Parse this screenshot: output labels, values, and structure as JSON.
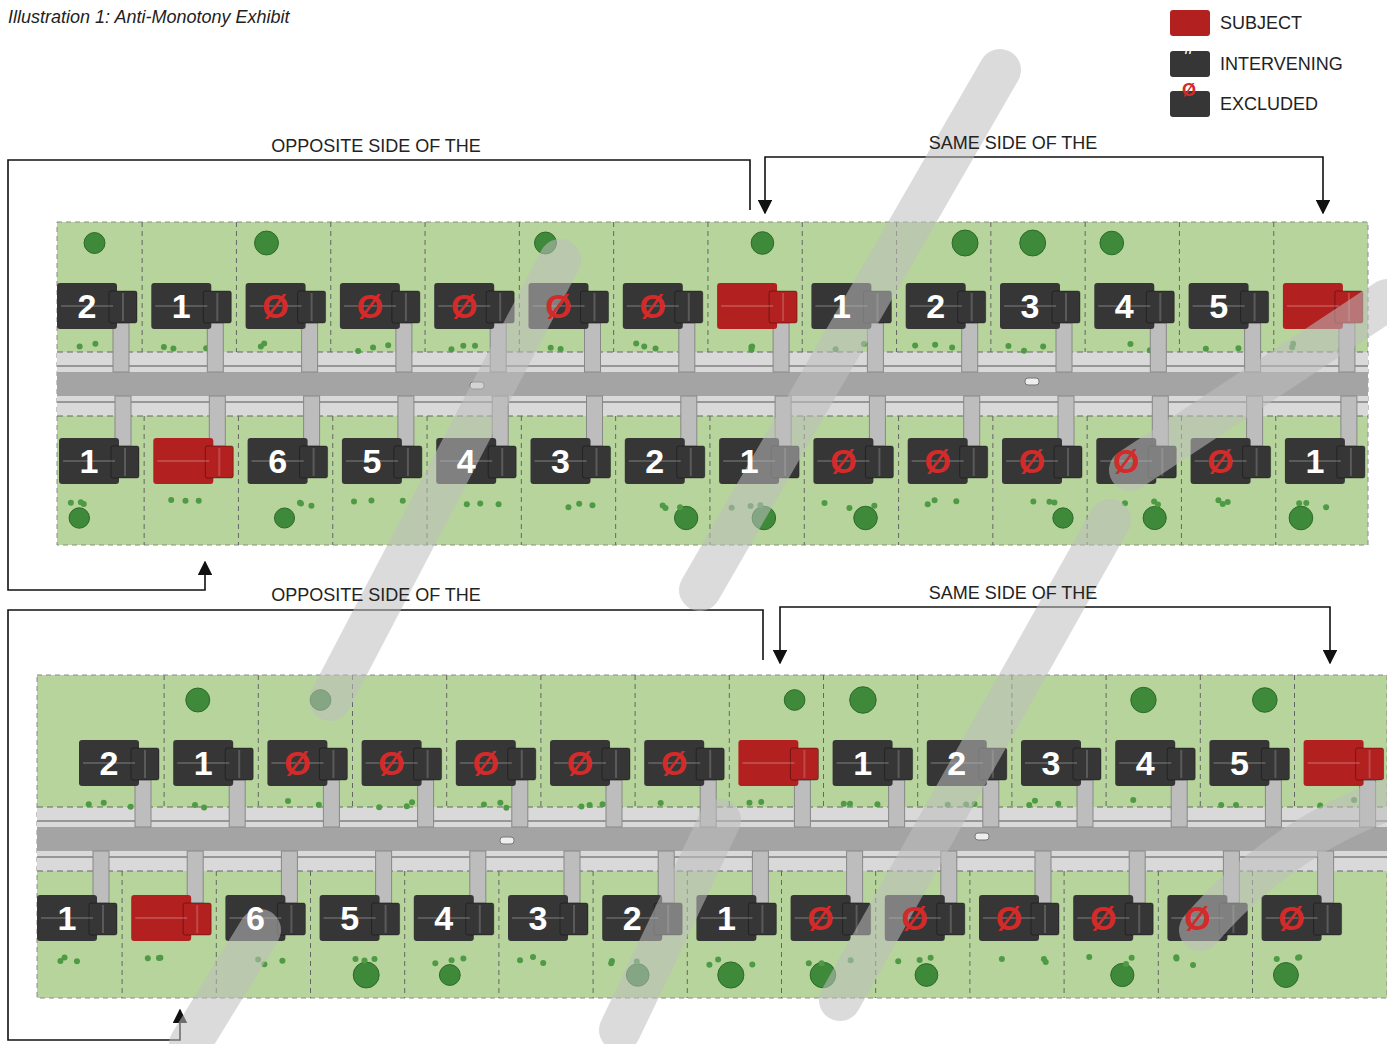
{
  "diagram": {
    "title": "Illustration 1: Anti-Monotony Exhibit",
    "nodes": [
      {
        "text": [
          "2"
        ]
      },
      {
        "text": [
          "1"
        ]
      },
      {
        "text": [
          "Ø"
        ]
      },
      {
        "text": [
          "Ø"
        ]
      },
      {
        "text": [
          "Ø"
        ]
      },
      {
        "text": [
          "Ø"
        ]
      },
      {
        "text": [
          "Ø"
        ]
      },
      {
        "text": [
          "1"
        ]
      },
      {
        "text": [
          "2"
        ]
      },
      {
        "text": [
          "3"
        ]
      },
      {
        "text": [
          "4"
        ]
      },
      {
        "text": [
          "5"
        ]
      },
      {
        "text": [
          "1"
        ]
      },
      {
        "text": [
          "6"
        ]
      },
      {
        "text": [
          "5"
        ]
      },
      {
        "text": [
          "4"
        ]
      },
      {
        "text": [
          "3"
        ]
      },
      {
        "text": [
          "2"
        ]
      },
      {
        "text": [
          "1"
        ]
      },
      {
        "text": [
          "Ø"
        ]
      },
      {
        "text": [
          "Ø"
        ]
      },
      {
        "text": [
          "Ø"
        ]
      },
      {
        "text": [
          "Ø"
        ]
      },
      {
        "text": [
          "Ø"
        ]
      },
      {
        "text": [
          "1"
        ]
      },
      {
        "text": [
          "2"
        ]
      },
      {
        "text": [
          "1"
        ]
      },
      {
        "text": [
          "Ø"
        ]
      },
      {
        "text": [
          "Ø"
        ]
      },
      {
        "text": [
          "Ø"
        ]
      },
      {
        "text": [
          "Ø"
        ]
      },
      {
        "text": [
          "Ø"
        ]
      },
      {
        "text": [
          "1"
        ]
      },
      {
        "text": [
          "2"
        ]
      },
      {
        "text": [
          "3"
        ]
      },
      {
        "text": [
          "4"
        ]
      },
      {
        "text": [
          "5"
        ]
      },
      {
        "text": [
          "1"
        ]
      },
      {
        "text": [
          "6"
        ]
      },
      {
        "text": [
          "5"
        ]
      },
      {
        "text": [
          "4"
        ]
      },
      {
        "text": [
          "3"
        ]
      },
      {
        "text": [
          "2"
        ]
      },
      {
        "text": [
          "1"
        ]
      },
      {
        "text": [
          "Ø"
        ]
      },
      {
        "text": [
          "Ø"
        ]
      },
      {
        "text": [
          "Ø"
        ]
      },
      {
        "text": [
          "Ø"
        ]
      },
      {
        "text": [
          "Ø"
        ]
      },
      {
        "text": [
          "Ø"
        ]
      }
    ],
    "labels": [
      "OPPOSITE SIDE OF THE",
      "SAME SIDE OF THE",
      "OPPOSITE SIDE OF THE",
      "SAME SIDE OF THE",
      "#",
      "Ø"
    ],
    "legend": [
      {
        "text": "SUBJECT",
        "color": "#b32020"
      },
      {
        "text": "INTERVENING",
        "color": "#363636"
      },
      {
        "text": "EXCLUDED",
        "color": "#363636"
      }
    ]
  }
}
